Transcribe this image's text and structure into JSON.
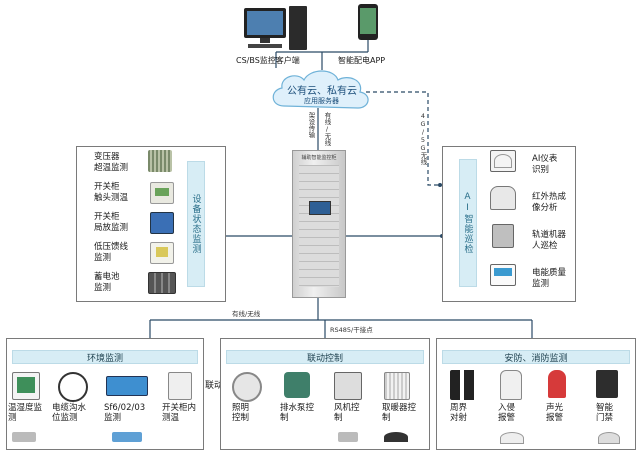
{
  "top": {
    "cs_bs_label": "CS/BS监控客户端",
    "app_label": "智能配电APP",
    "cloud_title": "公有云、私有云",
    "cloud_subtitle": "应用服务器",
    "left_link_label": "有线/无线",
    "left_link_label2": "架设传输",
    "right_link_label": "4G/5G无线"
  },
  "cabinet": {
    "title": "辅助智能监控柜"
  },
  "left_panel": {
    "bar_label": "设备状态监测",
    "items": [
      {
        "line1": "变压器",
        "line2": "超温监测"
      },
      {
        "line1": "开关柜",
        "line2": "触头测温"
      },
      {
        "line1": "开关柜",
        "line2": "局放监测"
      },
      {
        "line1": "低压馈线",
        "line2": "监测"
      },
      {
        "line1": "蓄电池",
        "line2": "监测"
      }
    ]
  },
  "right_panel": {
    "bar_label": "AI智能巡检",
    "items": [
      {
        "line1": "AI仪表",
        "line2": "识别"
      },
      {
        "line1": "红外热成",
        "line2": "像分析"
      },
      {
        "line1": "轨道机器",
        "line2": "人巡检"
      },
      {
        "line1": "电能质量",
        "line2": "监测"
      }
    ]
  },
  "bottom": {
    "bus_label_left": "有线/无线",
    "bus_label_right": "RS485/干接点",
    "env": {
      "title": "环境监测",
      "items": [
        "温湿度监测",
        "电缆沟水位监测",
        "Sf6/02/03监测",
        "开关柜内测温"
      ]
    },
    "link_label": "联动",
    "linkage": {
      "title": "联动控制",
      "items": [
        "照明控制",
        "排水泵控制",
        "风机控制",
        "取暖器控制"
      ]
    },
    "security": {
      "title": "安防、消防监测",
      "items": [
        "周界对射",
        "入侵报警",
        "声光报警",
        "智能门禁"
      ]
    }
  },
  "colors": {
    "line": "#2a4a66",
    "bar": "#d7edf5",
    "accent": "#2a6f8a"
  }
}
